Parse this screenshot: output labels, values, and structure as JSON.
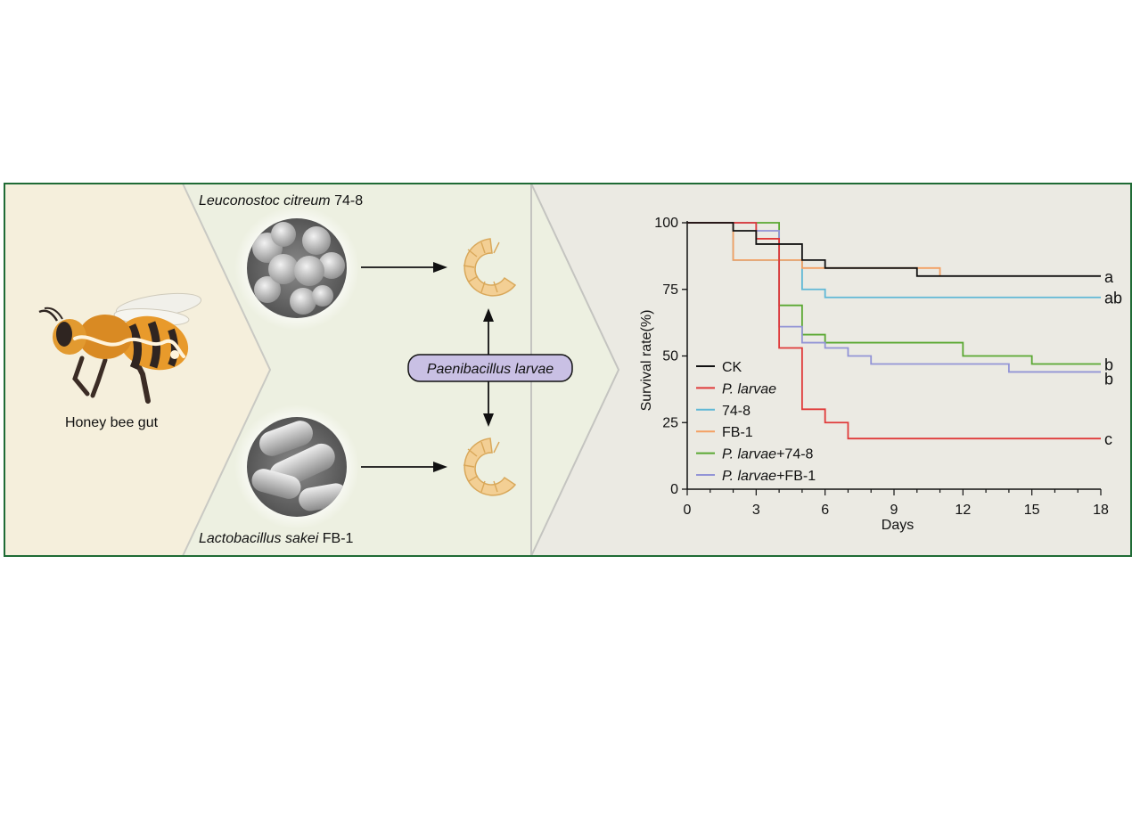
{
  "left_panel": {
    "bee_label": "Honey bee gut",
    "top_strain": {
      "genus_species": "Leuconostoc citreum",
      "strain": " 74-8"
    },
    "bottom_strain": {
      "genus_species": "Lactobacillus sakei",
      "strain": " FB-1"
    },
    "pathogen_label": "Paenibacillus larvae"
  },
  "colors": {
    "panel_border": "#1f6b35",
    "bee_panel_bg": "#f5efdc",
    "middle_panel_bg": "#edf0e1",
    "chart_panel_bg": "#ebeae3",
    "pathogen_box_fill": "#c9c0e4",
    "larva_fill": "#f3cf94",
    "larva_stroke": "#d9a85a"
  },
  "chart_data": {
    "type": "line",
    "xlabel": "Days",
    "ylabel": "Survival rate(%)",
    "xlim": [
      0,
      18
    ],
    "ylim": [
      0,
      100
    ],
    "xticks": [
      0,
      3,
      6,
      9,
      12,
      15,
      18
    ],
    "yticks": [
      0,
      25,
      50,
      75,
      100
    ],
    "legend_position": "bottom-left",
    "series": [
      {
        "name": "CK",
        "italic_part": "",
        "plain_part": "CK",
        "color": "#111111",
        "x": [
          0,
          2,
          3,
          5,
          6,
          10,
          18
        ],
        "y": [
          100,
          97,
          92,
          86,
          83,
          80,
          80
        ],
        "group": "a"
      },
      {
        "name": "P. larvae",
        "italic_part": "P. larvae",
        "plain_part": "",
        "color": "#e03a3a",
        "x": [
          0,
          3,
          4,
          5,
          6,
          7,
          18
        ],
        "y": [
          100,
          94,
          53,
          30,
          25,
          19,
          19
        ],
        "group": "c"
      },
      {
        "name": "74-8",
        "italic_part": "",
        "plain_part": "74-8",
        "color": "#5fb8d6",
        "x": [
          0,
          2,
          5,
          6,
          18
        ],
        "y": [
          100,
          86,
          75,
          72,
          72
        ],
        "group": "ab"
      },
      {
        "name": "FB-1",
        "italic_part": "",
        "plain_part": "FB-1",
        "color": "#f3a062",
        "x": [
          0,
          2,
          5,
          11
        ],
        "y": [
          100,
          86,
          83,
          80
        ],
        "group": ""
      },
      {
        "name": "P. larvae+74-8",
        "italic_part": "P. larvae",
        "plain_part": "+74-8",
        "color": "#5aa832",
        "x": [
          0,
          4,
          5,
          6,
          12,
          15,
          18
        ],
        "y": [
          100,
          69,
          58,
          55,
          50,
          47,
          47
        ],
        "group": "b"
      },
      {
        "name": "P. larvae+FB-1",
        "italic_part": "P. larvae",
        "plain_part": "+FB-1",
        "color": "#9294d6",
        "x": [
          0,
          3,
          4,
          5,
          6,
          7,
          8,
          14,
          18
        ],
        "y": [
          100,
          97,
          61,
          55,
          53,
          50,
          47,
          44,
          44
        ],
        "group": "b"
      }
    ]
  }
}
